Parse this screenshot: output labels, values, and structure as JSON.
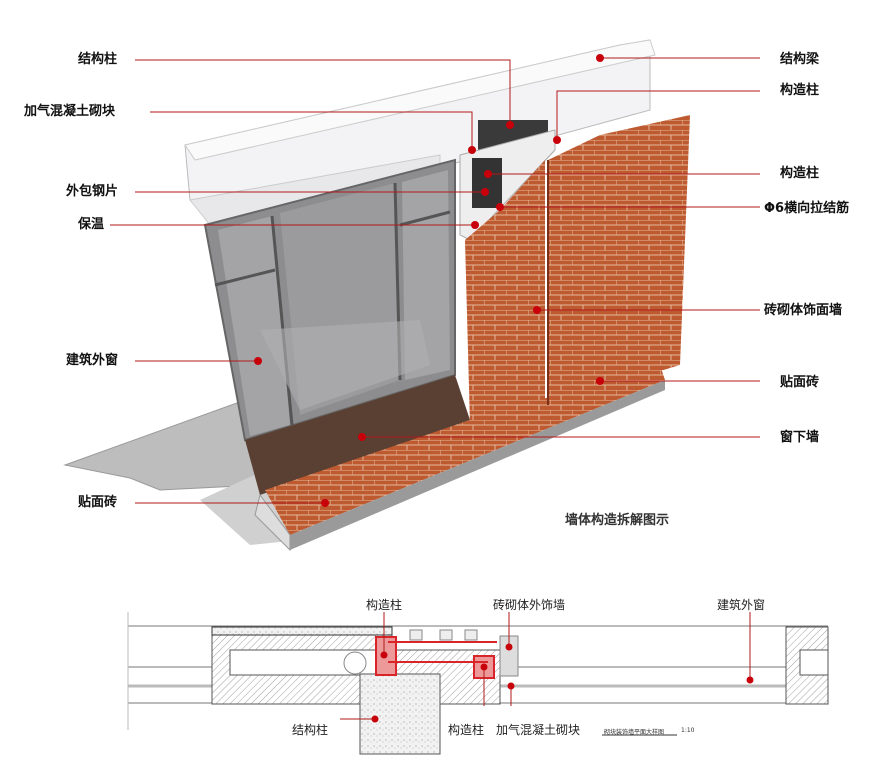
{
  "axonometric": {
    "left_labels": [
      "结构柱",
      "加气混凝土砌块",
      "外包钢片",
      "保温",
      "建筑外窗",
      "贴面砖"
    ],
    "right_labels": [
      "结构梁",
      "构造柱",
      "构造柱",
      "Φ6横向拉结筋",
      "砖砌体饰面墙",
      "贴面砖",
      "窗下墙"
    ],
    "caption": "墙体构造拆解图示"
  },
  "plan": {
    "labels": {
      "gzz_top": "构造柱",
      "brick_wall": "砖砌体外饰墙",
      "window": "建筑外窗",
      "column": "结构柱",
      "gzz_bottom": "构造柱",
      "aac_block": "加气混凝土砌块"
    },
    "title": "砌块装饰墙平面大样图",
    "scale": "1:10"
  },
  "colors": {
    "brick": "#b9532c",
    "leader": "#b01a1a",
    "dot": "#c8000a",
    "highlight": "#d9242a"
  }
}
